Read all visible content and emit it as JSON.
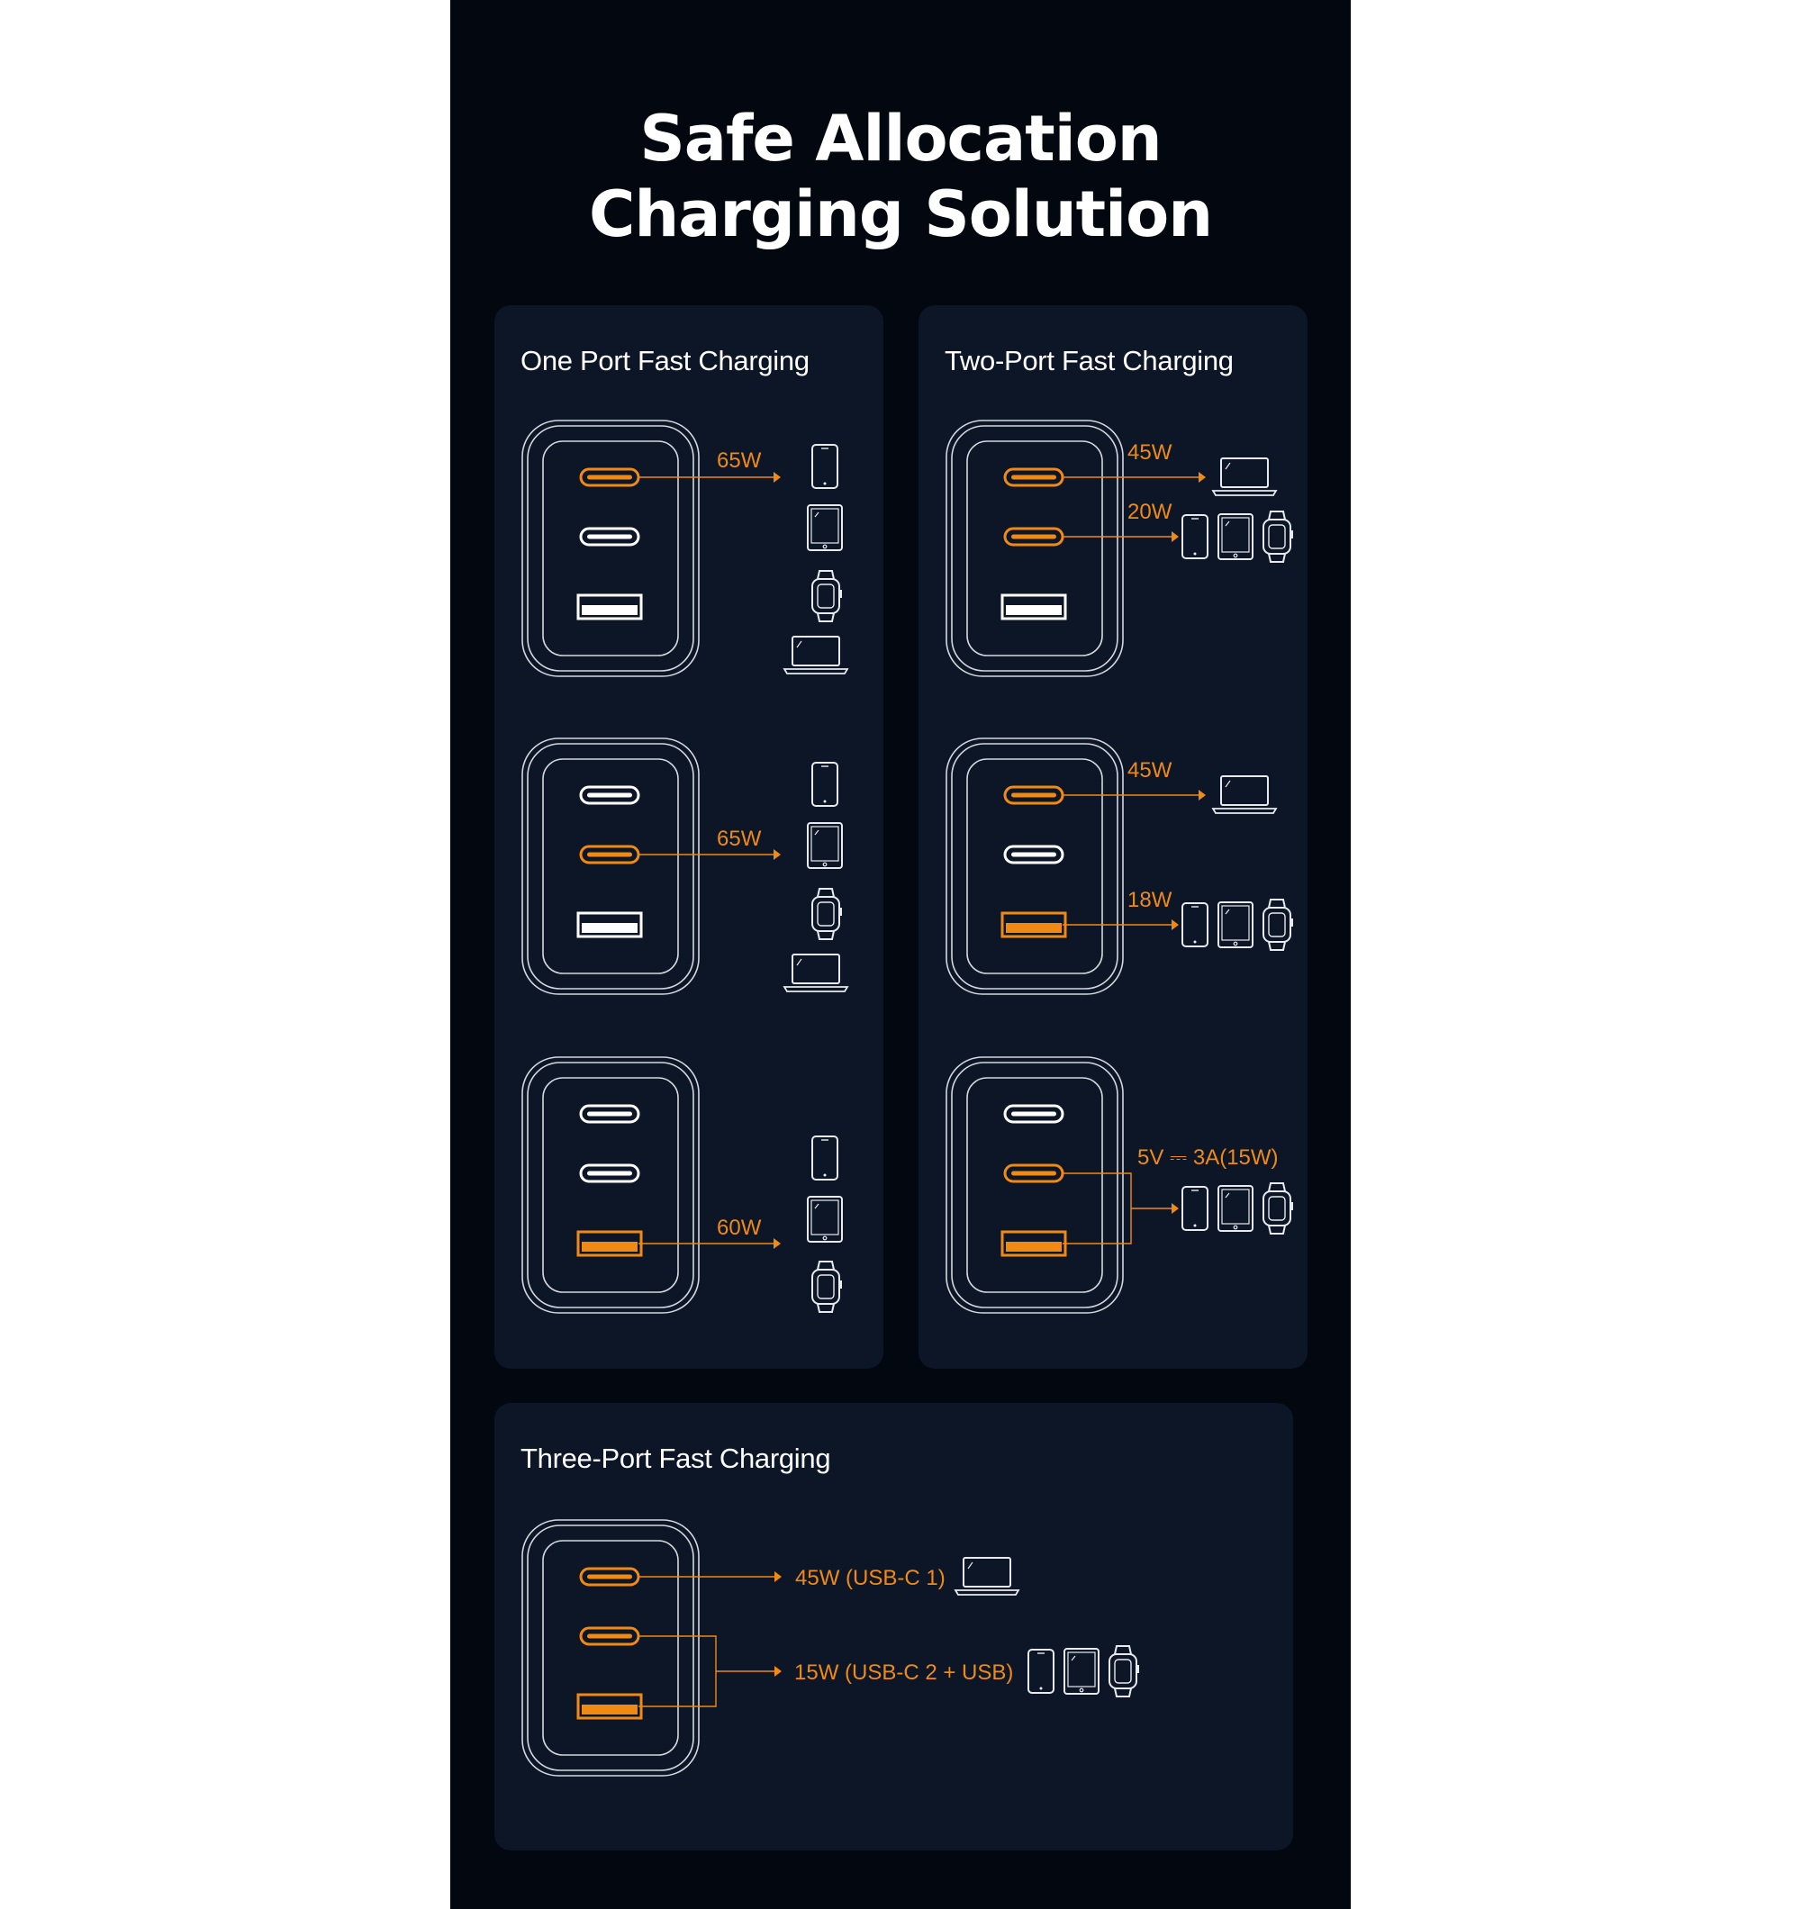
{
  "title": {
    "line1": "Safe Allocation",
    "line2": "Charging Solution"
  },
  "colors": {
    "background": "#03070f",
    "panel": "#0c1626",
    "accent_orange": "#f08a12",
    "outline": "#d4d8de",
    "page": "#ffffff"
  },
  "icons": [
    "phone-icon",
    "tablet-icon",
    "watch-icon",
    "laptop-icon",
    "usb-c-port-icon",
    "usb-a-port-icon",
    "arrow-icon"
  ],
  "panels": {
    "one_port": {
      "title": "One Port Fast Charging",
      "scenarios": [
        {
          "active_port": "USB-C 1",
          "label": "65W",
          "devices": [
            "phone",
            "tablet",
            "watch",
            "laptop"
          ]
        },
        {
          "active_port": "USB-C 2",
          "label": "65W",
          "devices": [
            "phone",
            "tablet",
            "watch",
            "laptop"
          ]
        },
        {
          "active_port": "USB-A",
          "label": "60W",
          "devices": [
            "phone",
            "tablet",
            "watch"
          ]
        }
      ]
    },
    "two_port": {
      "title": "Two-Port Fast Charging",
      "scenarios": [
        {
          "active_ports": [
            "USB-C 1",
            "USB-C 2"
          ],
          "labels": [
            "45W",
            "20W"
          ],
          "devices": [
            [
              "laptop"
            ],
            [
              "phone",
              "tablet",
              "watch"
            ]
          ]
        },
        {
          "active_ports": [
            "USB-C 1",
            "USB-A"
          ],
          "labels": [
            "45W",
            "18W"
          ],
          "devices": [
            [
              "laptop"
            ],
            [
              "phone",
              "tablet",
              "watch"
            ]
          ]
        },
        {
          "active_ports": [
            "USB-C 2",
            "USB-A"
          ],
          "labels": [
            "5V ⎓ 3A(15W)"
          ],
          "devices": [
            [
              "phone",
              "tablet",
              "watch"
            ]
          ]
        }
      ]
    },
    "three_port": {
      "title": "Three-Port Fast Charging",
      "labels": [
        "45W (USB-C 1)",
        "15W (USB-C 2 + USB)"
      ],
      "devices": [
        [
          "laptop"
        ],
        [
          "phone",
          "tablet",
          "watch"
        ]
      ]
    }
  }
}
